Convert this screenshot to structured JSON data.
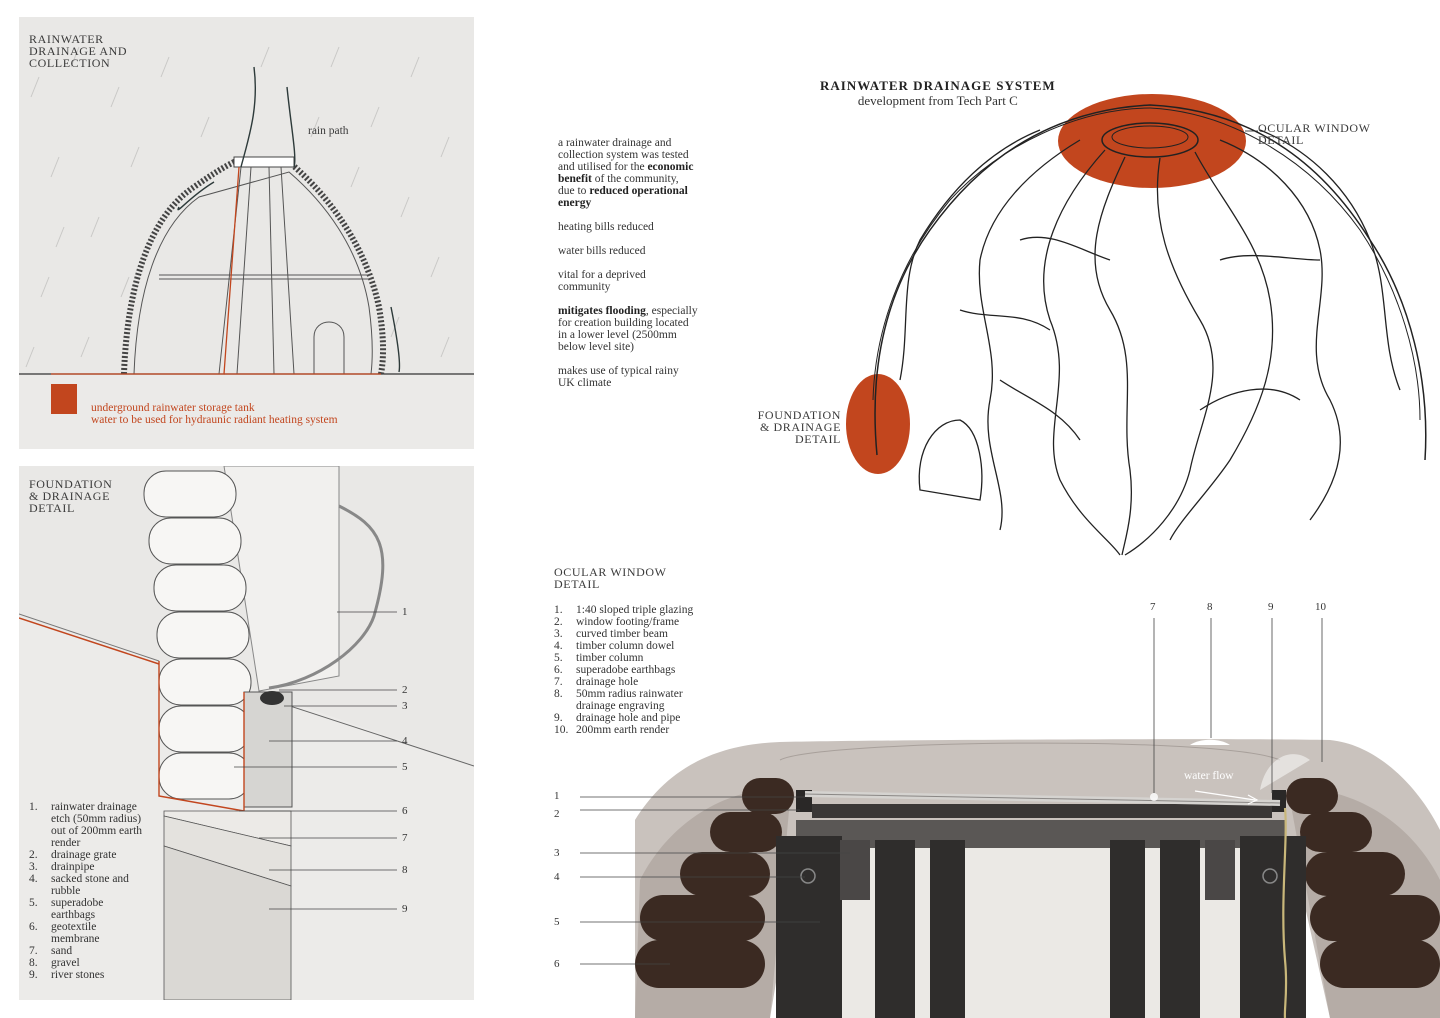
{
  "rain_panel": {
    "title": "RAINWATER\nDRAINAGE AND\nCOLLECTION",
    "rain_path_label": "rain path",
    "tank_line1": "underground rainwater storage tank",
    "tank_line2": "water to be used for hydraunic radiant heating system"
  },
  "foundation_panel": {
    "title": "FOUNDATION\n& DRAINAGE\nDETAIL",
    "callouts": [
      "1",
      "2",
      "3",
      "4",
      "5",
      "6",
      "7",
      "8",
      "9"
    ],
    "legend": [
      {
        "num": "1.",
        "text": "rainwater drainage etch (50mm radius) out of 200mm earth render"
      },
      {
        "num": "2.",
        "text": "drainage grate"
      },
      {
        "num": "3.",
        "text": "drainpipe"
      },
      {
        "num": "4.",
        "text": "sacked stone and rubble"
      },
      {
        "num": "5.",
        "text": "superadobe earthbags"
      },
      {
        "num": "6.",
        "text": "geotextile membrane"
      },
      {
        "num": "7.",
        "text": "sand"
      },
      {
        "num": "8.",
        "text": "gravel"
      },
      {
        "num": "9.",
        "text": "river stones"
      }
    ]
  },
  "intro": {
    "p1_a": "a rainwater drainage and collection system was tested and utilised for the ",
    "p1_b": "economic benefit",
    "p1_c": " of the community, due to ",
    "p1_d": "reduced operational energy",
    "p2": "heating bills reduced",
    "p3": "water bills reduced",
    "p4": "vital for a deprived community",
    "p5_a": "mitigates flooding",
    "p5_b": ", especially for creation building located in a lower level (2500mm below level site)",
    "p6": "makes use of typical rainy UK climate"
  },
  "dome": {
    "title": "RAINWATER DRAINAGE SYSTEM",
    "subtitle": "development from Tech Part C",
    "ocular_label": "OCULAR WINDOW\nDETAIL",
    "foundation_label": "FOUNDATION\n& DRAINAGE\nDETAIL"
  },
  "ocular_section": {
    "title": "OCULAR WINDOW\nDETAIL",
    "legend": [
      {
        "num": "1.",
        "text": "1:40 sloped triple glazing"
      },
      {
        "num": "2.",
        "text": "window footing/frame"
      },
      {
        "num": "3.",
        "text": "curved timber beam"
      },
      {
        "num": "4.",
        "text": "timber column dowel"
      },
      {
        "num": "5.",
        "text": "timber column"
      },
      {
        "num": "6.",
        "text": "superadobe earthbags"
      },
      {
        "num": "7.",
        "text": "drainage hole"
      },
      {
        "num": "8.",
        "text": "50mm radius rainwater drainage engraving"
      },
      {
        "num": "9.",
        "text": "drainage hole and pipe"
      },
      {
        "num": "10.",
        "text": "200mm earth render"
      }
    ],
    "top_callouts": [
      "7",
      "8",
      "9",
      "10"
    ],
    "left_callouts": [
      "1",
      "2",
      "3",
      "4",
      "5",
      "6"
    ],
    "water_flow_label": "water flow"
  },
  "colors": {
    "accent": "#c2461e",
    "panel_bg": "#e9e8e6",
    "earthbag": "#3b2a22",
    "render": "#b8afa9",
    "timber": "#2f2d2c"
  }
}
